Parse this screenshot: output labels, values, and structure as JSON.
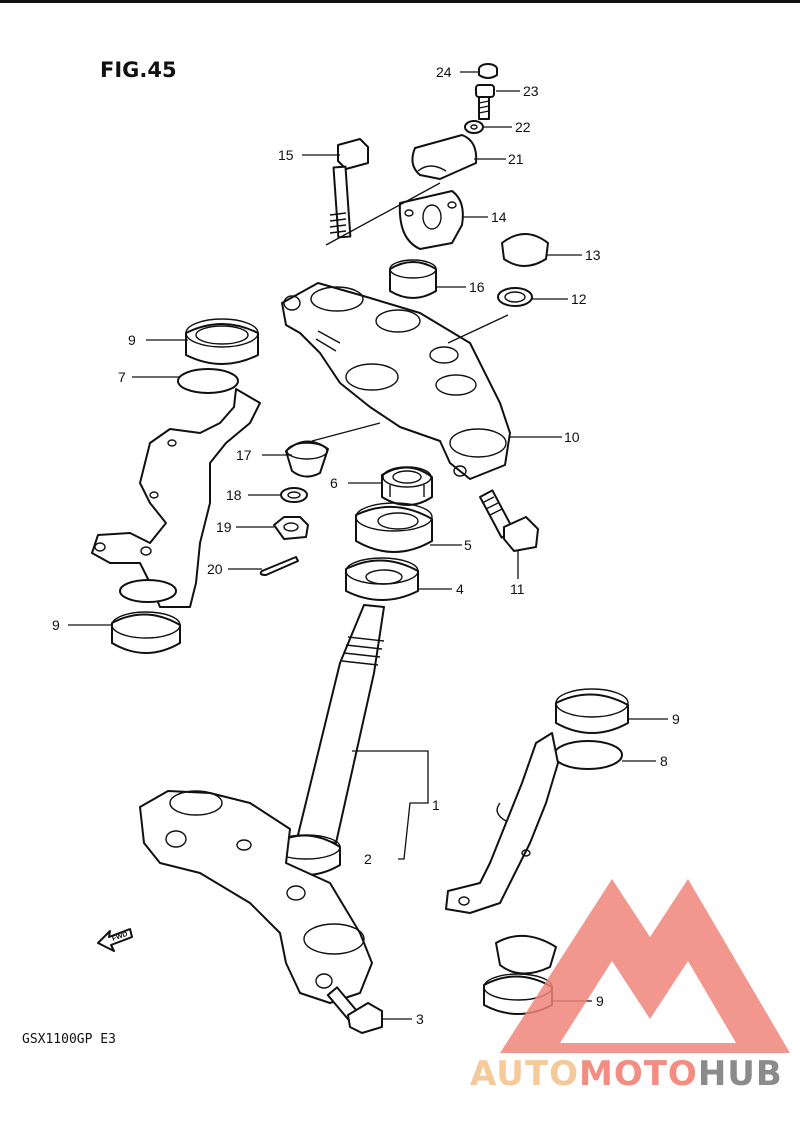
{
  "figure": {
    "title": "FIG.45",
    "model": "GSX1100GP  E3",
    "fwd_label": "FWD"
  },
  "callouts": [
    "24",
    "23",
    "22",
    "21",
    "15",
    "14",
    "13",
    "16",
    "12",
    "9",
    "7",
    "10",
    "17",
    "6",
    "18",
    "19",
    "5",
    "11",
    "20",
    "4",
    "9",
    "9",
    "8",
    "1",
    "2",
    "3",
    "9"
  ],
  "watermark": {
    "parts": [
      "AUTO",
      "MOTO",
      "HUB"
    ],
    "colors": {
      "auto": "#f5c08a",
      "moto": "#f27a6c",
      "hub": "#777777",
      "logo": "#f0857a"
    }
  }
}
